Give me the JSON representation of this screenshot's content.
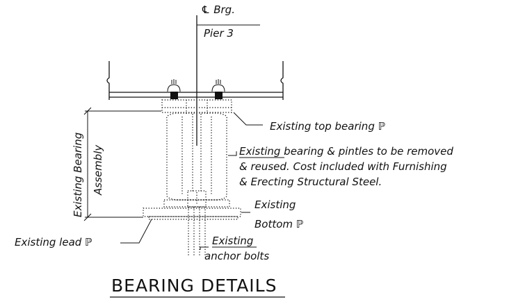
{
  "title": "BEARING DETAILS",
  "labels": {
    "centerline_line1": "℄ Brg.",
    "centerline_line2": "Pier 3",
    "top_bearing_plate": "Existing top bearing ℙ",
    "bearing_note_line1": "Existing bearing & pintles to be removed",
    "bearing_note_line2": "& reused.  Cost included with Furnishing",
    "bearing_note_line3": "& Erecting Structural Steel.",
    "bottom_plate_line1": "Existing",
    "bottom_plate_line2": "Bottom ℙ",
    "lead_plate": "Existing lead ℙ",
    "anchor_bolts_line1": "Existing",
    "anchor_bolts_line2": "anchor bolts",
    "assembly_dim_line1": "Existing Bearing",
    "assembly_dim_line2": "Assembly"
  }
}
